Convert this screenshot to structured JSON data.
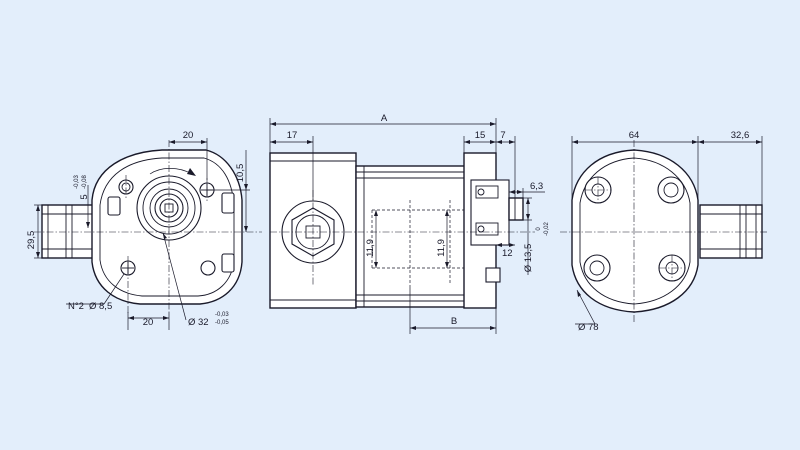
{
  "front_view": {
    "dim_top": "20",
    "dim_bottom": "20",
    "dim_right": "10,5",
    "dim_left": "29,5",
    "dim_offset": "5",
    "tol_offset_upper": "-0,03",
    "tol_offset_lower": "-0,08",
    "port_label": "N°2",
    "port_dia": "Ø 8,5",
    "shaft_dia": "Ø 32",
    "tol_shaft_upper": "-0,03",
    "tol_shaft_lower": "-0,05"
  },
  "side_view": {
    "dim_A": "A",
    "dim_B": "B",
    "dim_17": "17",
    "dim_15": "15",
    "dim_7": "7",
    "dim_6_3": "6,3",
    "dim_12": "12",
    "dim_11_9_left": "11,9",
    "dim_11_9_right": "11,9",
    "shaft_tip_dia": "Ø 13,5",
    "tol_tip_upper": "0",
    "tol_tip_lower": "-0,02"
  },
  "rear_view": {
    "dim_64": "64",
    "dim_32_6": "32,6",
    "dim_78": "Ø 78"
  }
}
